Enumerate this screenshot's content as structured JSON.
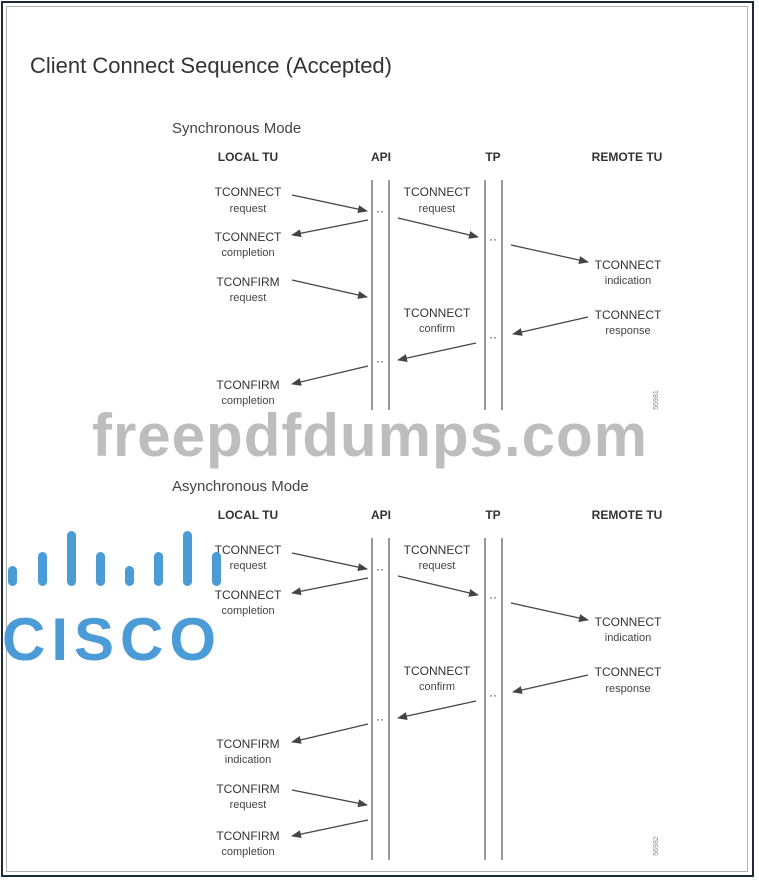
{
  "title": "Client Connect Sequence (Accepted)",
  "headers": {
    "local": "LOCAL TU",
    "api": "API",
    "tp": "TP",
    "remote": "REMOTE TU"
  },
  "sync": {
    "mode": "Synchronous Mode",
    "figure_id": "56981",
    "labels": {
      "l1a": "TCONNECT",
      "l1b": "request",
      "l2a": "TCONNECT",
      "l2b": "completion",
      "l3a": "TCONFIRM",
      "l3b": "request",
      "l4a": "TCONFIRM",
      "l4b": "completion",
      "a1a": "TCONNECT",
      "a1b": "request",
      "a2a": "TCONNECT",
      "a2b": "confirm",
      "r1a": "TCONNECT",
      "r1b": "indication",
      "r2a": "TCONNECT",
      "r2b": "response"
    }
  },
  "async": {
    "mode": "Asynchronous Mode",
    "figure_id": "56982",
    "labels": {
      "l1a": "TCONNECT",
      "l1b": "request",
      "l2a": "TCONNECT",
      "l2b": "completion",
      "l3a": "TCONFIRM",
      "l3b": "indication",
      "l4a": "TCONFIRM",
      "l4b": "request",
      "l5a": "TCONFIRM",
      "l5b": "completion",
      "a1a": "TCONNECT",
      "a1b": "request",
      "a2a": "TCONNECT",
      "a2b": "confirm",
      "r1a": "TCONNECT",
      "r1b": "indication",
      "r2a": "TCONNECT",
      "r2b": "response"
    }
  },
  "watermark": "freepdfdumps.com",
  "logo": "CISCO",
  "colors": {
    "logo": "#4a9bd6",
    "watermark": "#bdbdbd"
  }
}
